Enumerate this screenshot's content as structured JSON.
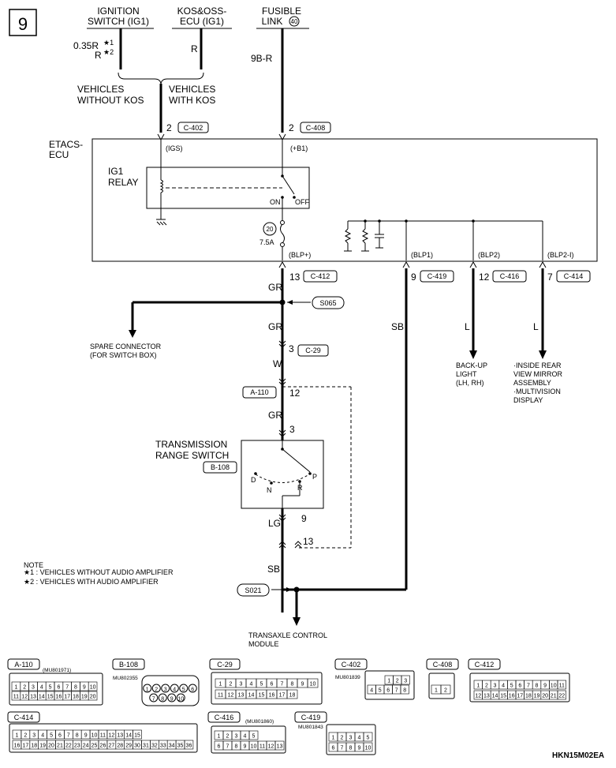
{
  "page_number": "9",
  "top": {
    "ig_line1": "IGNITION",
    "ig_line2": "SWITCH (IG1)",
    "kos_line1": "KOS&OSS-",
    "kos_line2": "ECU (IG1)",
    "fl_line1": "FUSIBLE",
    "fl_line2": "LINK",
    "fl_num": "40",
    "wire_ig_a": "0.35R",
    "wire_ig_b": "R",
    "star1": "★1",
    "star2": "★2",
    "wire_kos": "R",
    "wire_fl": "9B-R",
    "veh_without_1": "VEHICLES",
    "veh_without_2": "WITHOUT KOS",
    "veh_with_1": "VEHICLES",
    "veh_with_2": "WITH KOS"
  },
  "ecu": {
    "name_1": "ETACS-",
    "name_2": "ECU",
    "relay_1": "IG1",
    "relay_2": "RELAY",
    "pin_igs_num": "2",
    "pin_igs_conn": "C-402",
    "pin_igs_sig": "(IGS)",
    "pin_b1_num": "2",
    "pin_b1_conn": "C-408",
    "pin_b1_sig": "(+B1)",
    "on": "ON",
    "off": "OFF",
    "fuse_num": "20",
    "fuse_amp": "7.5A",
    "blp_plus": "(BLP+)",
    "blp1": "(BLP1)",
    "blp2": "(BLP2)",
    "blp2i": "(BLP2-I)"
  },
  "pins": {
    "p13_num": "13",
    "p13_conn": "C-412",
    "p9_num": "9",
    "p9_conn": "C-419",
    "p12_num": "12",
    "p12_conn": "C-416",
    "p7_num": "7",
    "p7_conn": "C-414"
  },
  "wires": {
    "gr1": "GR",
    "s065": "S065",
    "gr2": "GR",
    "sb1": "SB",
    "l1": "L",
    "l2": "L",
    "c29_num": "3",
    "c29_conn": "C-29",
    "w": "W",
    "a110_conn": "A-110",
    "a110_num": "12",
    "gr3": "GR",
    "trs_3": "3",
    "lg": "LG",
    "trs_9": "9",
    "pin_13": "13",
    "sb2": "SB",
    "s021": "S021"
  },
  "spare": {
    "line1": "SPARE CONNECTOR",
    "line2": "(FOR SWITCH BOX)"
  },
  "backup": {
    "line1": "BACK-UP",
    "line2": "LIGHT",
    "line3": "(LH, RH)"
  },
  "mirror": {
    "line1": "·INSIDE REAR",
    "line2": "VIEW MIRROR",
    "line3": "ASSEMBLY",
    "line4": "·MULTIVISION",
    "line5": "DISPLAY"
  },
  "trs": {
    "line1": "TRANSMISSION",
    "line2": "RANGE SWITCH",
    "conn": "B-108",
    "d": "D",
    "n": "N",
    "r": "R",
    "p": "P"
  },
  "note": {
    "title": "NOTE",
    "n1": "★1 : VEHICLES WITHOUT AUDIO AMPLIFIER",
    "n2": "★2 : VEHICLES WITH AUDIO AMPLIFIER"
  },
  "tcm": {
    "line1": "TRANSAXLE CONTROL",
    "line2": "MODULE"
  },
  "connectors": {
    "a110": {
      "label": "A-110",
      "part": "(MU801971)",
      "row1": [
        "1",
        "2",
        "3",
        "4",
        "5",
        "6",
        "7",
        "8",
        "9",
        "10"
      ],
      "row2": [
        "11",
        "12",
        "13",
        "14",
        "15",
        "16",
        "17",
        "18",
        "19",
        "20"
      ]
    },
    "b108": {
      "label": "B-108",
      "part": "MU802355",
      "row1": [
        "1",
        "2",
        "3",
        "4",
        "5",
        "6"
      ],
      "row2": [
        "7",
        "8",
        "9",
        "10"
      ]
    },
    "c29": {
      "label": "C-29",
      "row1": [
        "1",
        "2",
        "3",
        "4",
        "5",
        "6",
        "7",
        "8",
        "9",
        "10"
      ],
      "row2": [
        "11",
        "12",
        "13",
        "14",
        "15",
        "16",
        "17",
        "18"
      ]
    },
    "c402": {
      "label": "C-402",
      "part": "MU801839",
      "row1": [
        "1",
        "2",
        "3"
      ],
      "row2": [
        "4",
        "5",
        "6",
        "7",
        "8"
      ]
    },
    "c408": {
      "label": "C-408",
      "row1": [
        "1",
        "2"
      ]
    },
    "c412": {
      "label": "C-412",
      "row1": [
        "1",
        "2",
        "3",
        "4",
        "5",
        "6",
        "7",
        "8",
        "9",
        "10",
        "11"
      ],
      "row2": [
        "12",
        "13",
        "14",
        "15",
        "16",
        "17",
        "18",
        "19",
        "20",
        "21",
        "22"
      ]
    },
    "c414": {
      "label": "C-414",
      "row1": [
        "1",
        "2",
        "3",
        "4",
        "5",
        "6",
        "7",
        "8",
        "9",
        "10",
        "11",
        "12",
        "13",
        "14",
        "15"
      ],
      "row2": [
        "16",
        "17",
        "18",
        "19",
        "20",
        "21",
        "22",
        "23",
        "24",
        "25",
        "26",
        "27",
        "28",
        "29",
        "30",
        "31",
        "32",
        "33",
        "34",
        "35",
        "36"
      ]
    },
    "c416": {
      "label": "C-416",
      "part": "(MU801860)",
      "row1": [
        "1",
        "2",
        "3",
        "4",
        "5"
      ],
      "row2": [
        "6",
        "7",
        "8",
        "9",
        "10",
        "11",
        "12",
        "13"
      ]
    },
    "c419": {
      "label": "C-419",
      "part": "MU801843",
      "row1": [
        "1",
        "2",
        "3",
        "4",
        "5"
      ],
      "row2": [
        "6",
        "7",
        "8",
        "9",
        "10"
      ]
    }
  },
  "diagram_code": "HKN15M02EA"
}
